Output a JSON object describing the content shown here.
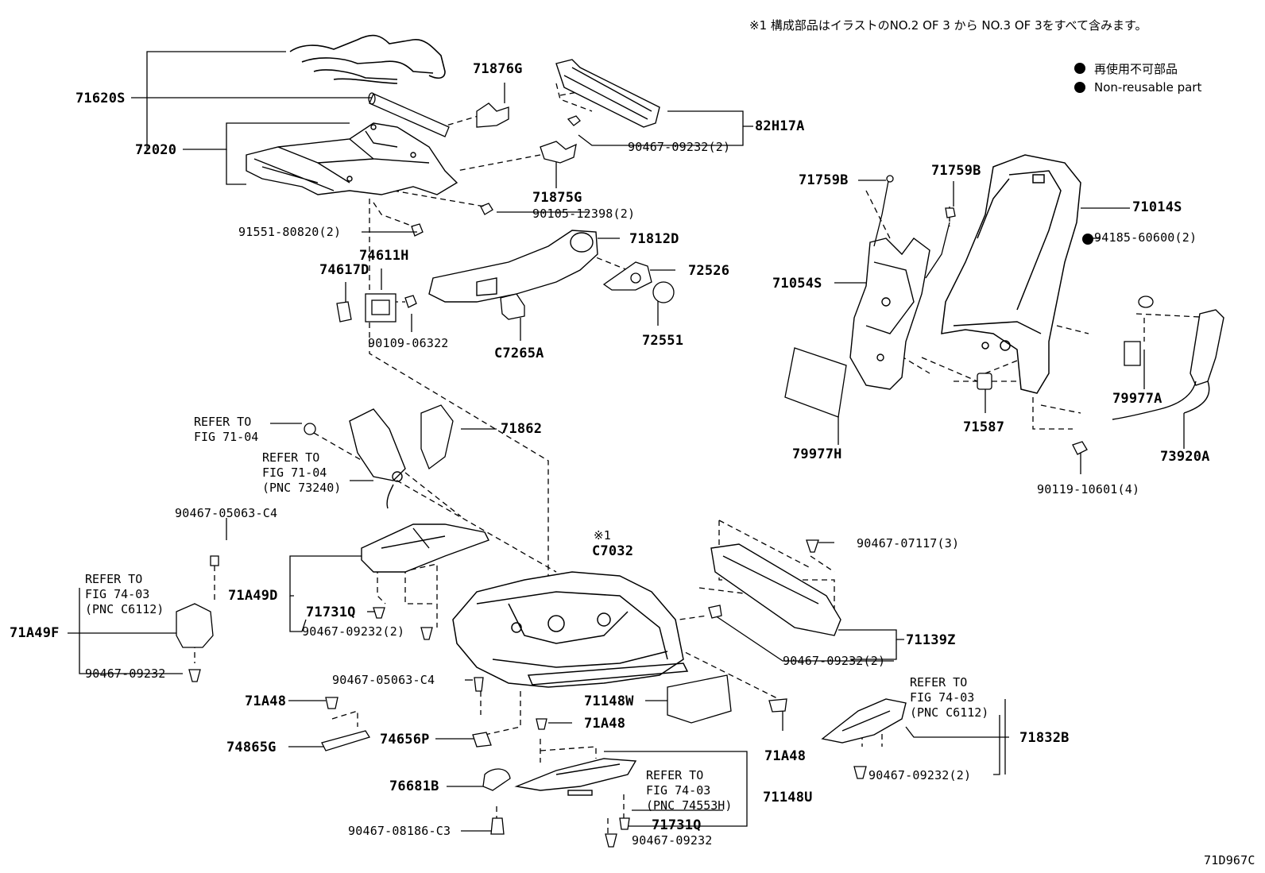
{
  "note": "※1 構成部品はイラストのNO.2 OF 3 から NO.3 OF 3をすべて含みます。",
  "legend": {
    "ja": "再使用不可部品",
    "en": "Non-reusable part"
  },
  "figure_id": "71D967C",
  "labels": {
    "p71620S": "71620S",
    "p72020": "72020",
    "p71876G": "71876G",
    "p82H17A": "82H17A",
    "p90467_09232_2a": "90467-09232(2)",
    "p71875G": "71875G",
    "p90105_12398": "90105-12398(2)",
    "p91551_80820": "91551-80820(2)",
    "p71812D": "71812D",
    "p74611H": "74611H",
    "p74617D": "74617D",
    "p72526": "72526",
    "p90109_06322": "90109-06322",
    "p72551": "72551",
    "pC7265A": "C7265A",
    "p71759B_a": "71759B",
    "p71759B_b": "71759B",
    "p71014S": "71014S",
    "p94185_60600": "94185-60600(2)",
    "p71054S": "71054S",
    "p79977A": "79977A",
    "p79977H": "79977H",
    "p71587": "71587",
    "p73920A": "73920A",
    "p90119_10601": "90119-10601(4)",
    "p71862": "71862",
    "pC7032_mark": "※1",
    "pC7032": "C7032",
    "p90467_05063_a": "90467-05063-C4",
    "p71A49D": "71A49D",
    "p71731Q_a": "71731Q",
    "p90467_09232_2b": "90467-09232(2)",
    "p71A49F": "71A49F",
    "p90467_09232_a": "90467-09232",
    "p90467_07117": "90467-07117(3)",
    "p90467_09232_2c": "90467-09232(2)",
    "p71139Z": "71139Z",
    "p90467_05063_b": "90467-05063-C4",
    "p71A48_a": "71A48",
    "p71148W": "71148W",
    "p74865G": "74865G",
    "p74656P": "74656P",
    "p71A48_b": "71A48",
    "p71A48_c": "71A48",
    "p76681B": "76681B",
    "p71148U": "71148U",
    "p71731Q_b": "71731Q",
    "p90467_09232_b": "90467-09232",
    "p90467_08186": "90467-08186-C3",
    "p71832B": "71832B",
    "p90467_09232_2d": "90467-09232(2)"
  },
  "refs": {
    "r1": "REFER TO\nFIG 71-04",
    "r2": "REFER TO\nFIG 71-04\n(PNC 73240)",
    "r3": "REFER TO\nFIG 74-03\n(PNC C6112)",
    "r4": "REFER TO\nFIG 74-03\n(PNC 74553H)",
    "r5": "REFER TO\nFIG 74-03\n(PNC C6112)"
  }
}
